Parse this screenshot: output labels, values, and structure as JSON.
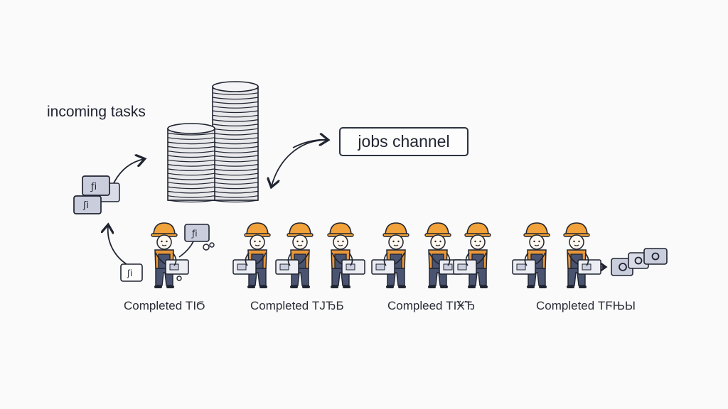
{
  "labels": {
    "incoming": "incoming tasks",
    "channel": "jobs channel"
  },
  "completed": [
    {
      "text": "Completed ΤΙϬ"
    },
    {
      "text": "Completed ΤJЂБ"
    },
    {
      "text": "Compleed ΤΙ̃Ӿ̃Ђ"
    },
    {
      "text": "Completed ΤϜЊЫ"
    }
  ],
  "task_cards": {
    "glyph_1": "ƒi",
    "glyph_2": "ʃi",
    "glyph_3": "ʃi",
    "glyph_4": "ƒi"
  },
  "colors": {
    "helmet": "#f2a23a",
    "vest": "#e8973a",
    "overalls": "#4a5470",
    "card": "#c9cddc",
    "ink": "#1f2430",
    "coin": "#e9e9ec"
  }
}
